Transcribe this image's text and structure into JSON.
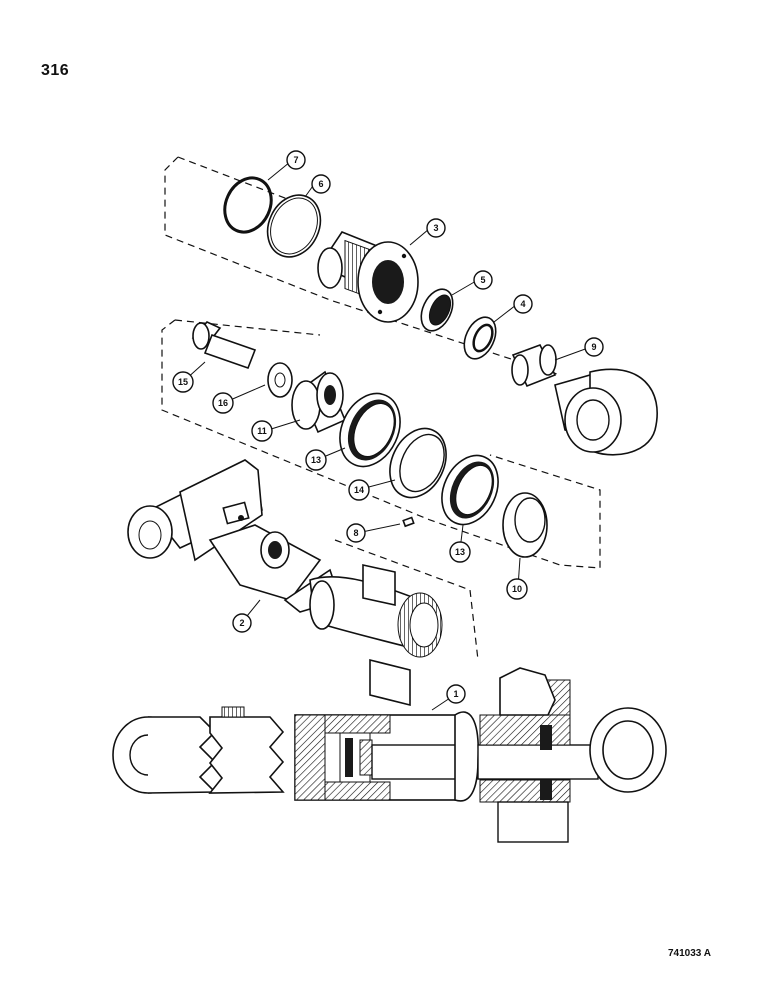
{
  "page": {
    "number": "316",
    "ref_code": "741033 A"
  },
  "callouts": [
    {
      "id": "c7",
      "label": "7"
    },
    {
      "id": "c6",
      "label": "6"
    },
    {
      "id": "c3",
      "label": "3"
    },
    {
      "id": "c5",
      "label": "5"
    },
    {
      "id": "c4",
      "label": "4"
    },
    {
      "id": "c9",
      "label": "9"
    },
    {
      "id": "c15",
      "label": "15"
    },
    {
      "id": "c16",
      "label": "16"
    },
    {
      "id": "c11",
      "label": "11"
    },
    {
      "id": "c13a",
      "label": "13"
    },
    {
      "id": "c14",
      "label": "14"
    },
    {
      "id": "c13b",
      "label": "13"
    },
    {
      "id": "c8",
      "label": "8"
    },
    {
      "id": "c10",
      "label": "10"
    },
    {
      "id": "c2",
      "label": "2"
    },
    {
      "id": "c1",
      "label": "1"
    }
  ]
}
